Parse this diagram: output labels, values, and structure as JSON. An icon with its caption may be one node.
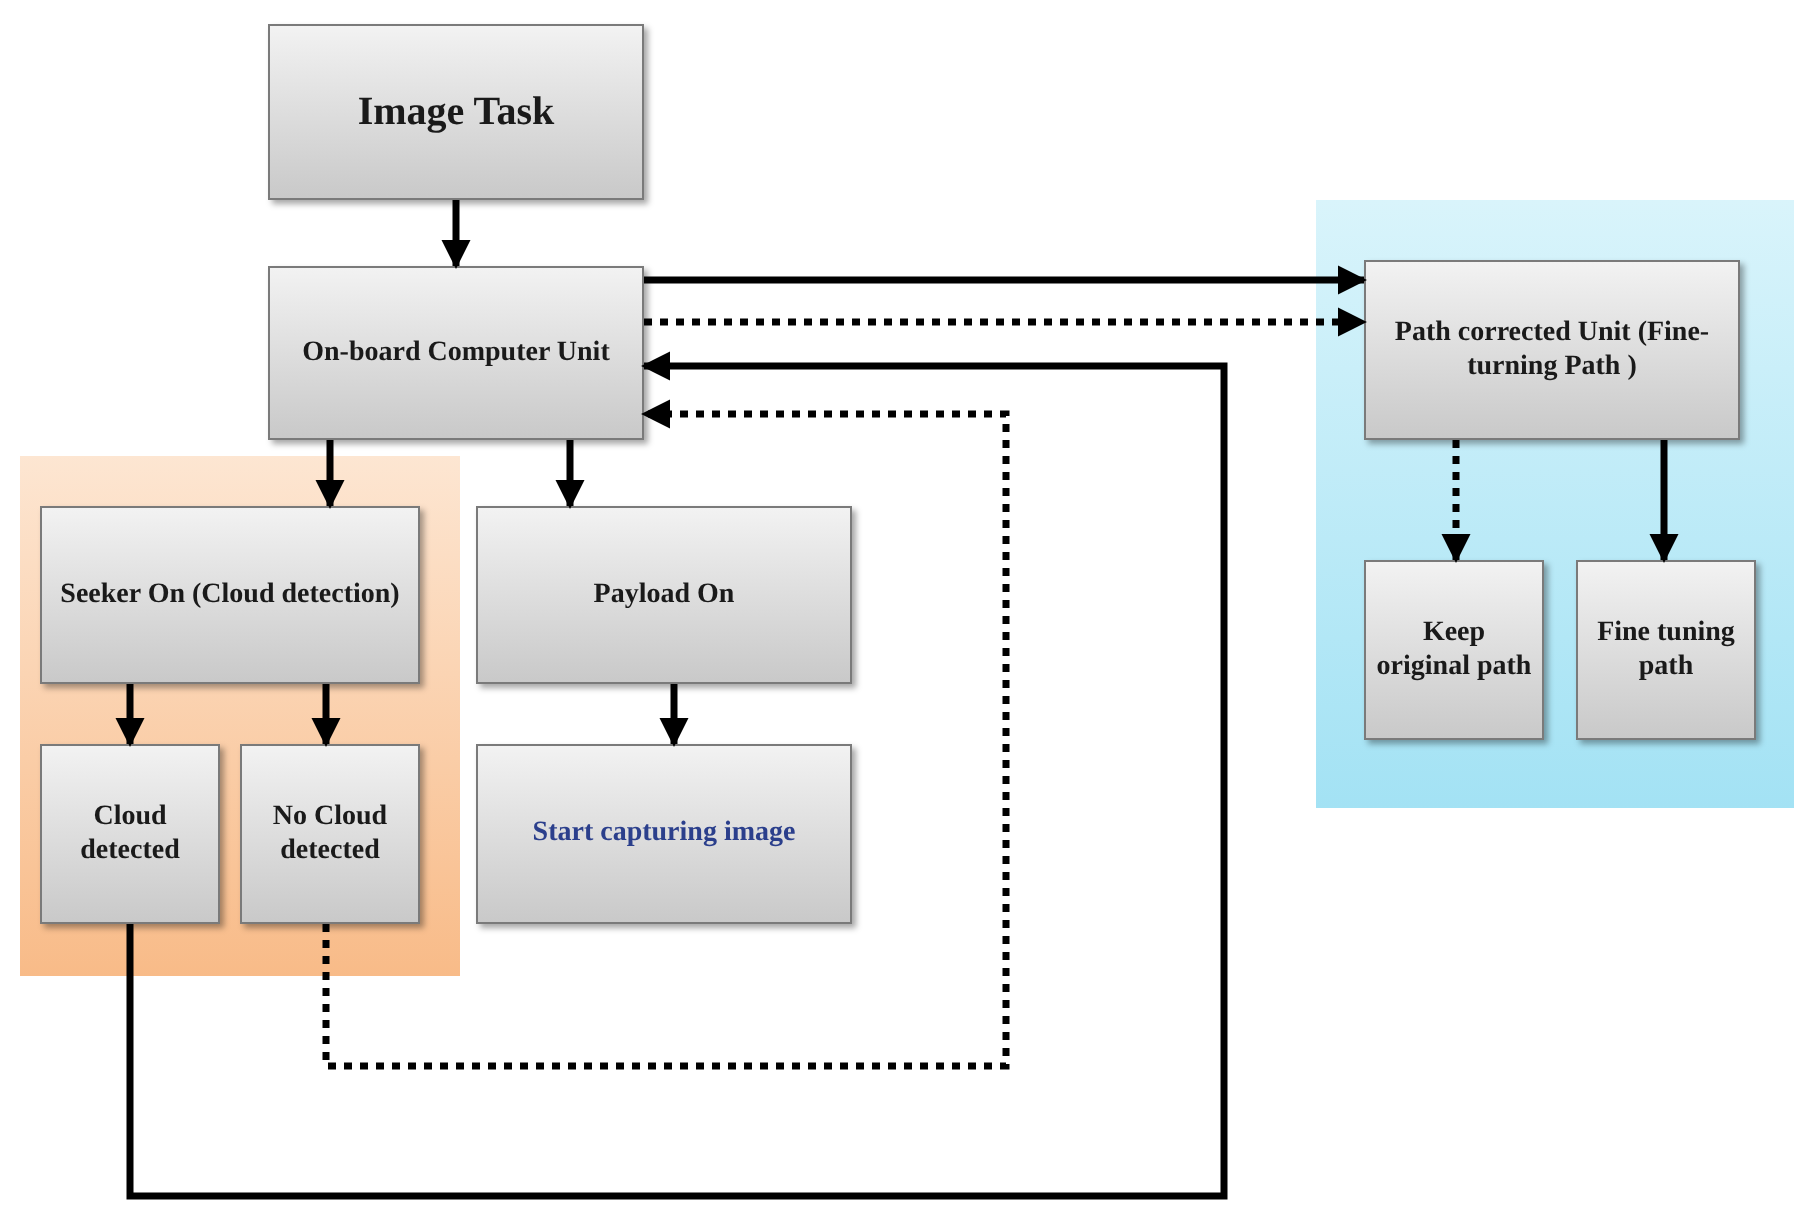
{
  "diagram": {
    "nodes": [
      {
        "text": [
          "Image Task"
        ]
      },
      {
        "text": [
          "On-board Computer Unit"
        ]
      },
      {
        "text": [],
        "shape": "box"
      },
      {
        "text": [
          "Seeker On (Cloud detection)"
        ],
        "in": 2
      },
      {
        "text": [
          "Cloud detected"
        ],
        "in": 2
      },
      {
        "text": [
          "No Cloud detected"
        ],
        "in": 2
      },
      {
        "text": [
          "Payload On"
        ]
      },
      {
        "text": [
          "Start capturing image"
        ]
      },
      {
        "text": [],
        "shape": "box"
      },
      {
        "text": [
          "Path corrected Unit (Fine-turning Path )"
        ],
        "in": 8
      },
      {
        "text": [
          "Keep original path"
        ],
        "in": 8
      },
      {
        "text": [
          "Fine tuning path"
        ],
        "in": 8
      }
    ],
    "edges": [
      {
        "from": 0,
        "to": 1,
        "arrow": "to"
      },
      {
        "from": 1,
        "to": 3,
        "arrow": "to"
      },
      {
        "from": 1,
        "to": 6,
        "arrow": "to"
      },
      {
        "from": 3,
        "to": 4,
        "arrow": "to"
      },
      {
        "from": 3,
        "to": 5,
        "arrow": "to"
      },
      {
        "from": 6,
        "to": 7,
        "arrow": "to"
      },
      {
        "from": 1,
        "to": 9,
        "arrow": "to"
      },
      {
        "from": 1,
        "to": 9,
        "arrow": "to",
        "style": "dashed"
      },
      {
        "from": 4,
        "to": 1,
        "arrow": "to"
      },
      {
        "from": 5,
        "to": 1,
        "arrow": "to",
        "style": "dashed"
      },
      {
        "from": 9,
        "to": 10,
        "arrow": "to",
        "style": "dashed"
      },
      {
        "from": 9,
        "to": 11,
        "arrow": "to"
      }
    ]
  }
}
